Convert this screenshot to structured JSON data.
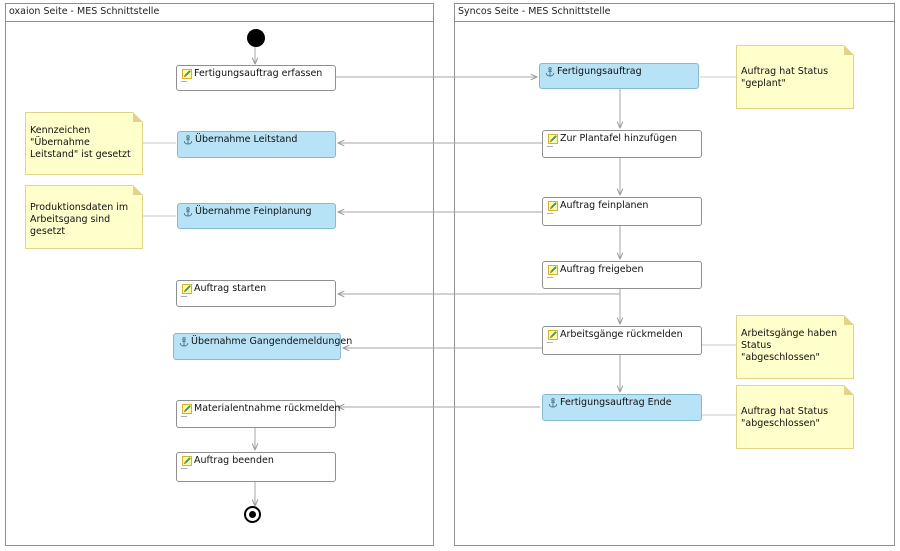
{
  "lanes": {
    "left": "oxaion Seite - MES Schnittstelle",
    "right": "Syncos Seite - MES Schnittstelle"
  },
  "icons": {
    "action": "pencil-icon",
    "accept": "anchor-icon"
  },
  "colors": {
    "accept_fill": "#b8e2f5",
    "note_fill": "#ffffcc",
    "edge": "#a0a0a0"
  },
  "nodes": {
    "fa_erfassen": "Fertigungsauftrag erfassen",
    "fertigungsauftrag": "Fertigungsauftrag",
    "uebernahme_leitstand": "Übernahme Leitstand",
    "plantafel": "Zur Plantafel hinzufügen",
    "uebernahme_feinplanung": "Übernahme Feinplanung",
    "feinplanen": "Auftrag feinplanen",
    "freigeben": "Auftrag freigeben",
    "starten": "Auftrag starten",
    "uebernahme_gang": "Übernahme Gangendemeldungen",
    "rueckmelden": "Arbeitsgänge rückmelden",
    "fa_ende": "Fertigungsauftrag Ende",
    "materialentnahme": "Materialentnahme rückmelden",
    "beenden": "Auftrag beenden"
  },
  "notes": {
    "geplant": "Auftrag hat Status\n\"geplant\"",
    "leitstand": "Kennzeichen\n\"Übernahme\nLeitstand\" ist gesetzt",
    "produktionsdaten": "Produktionsdaten im\nArbeitsgang sind\ngesetzt",
    "gaenge_abgeschlossen": "Arbeitsgänge haben\nStatus\n\"abgeschlossen\"",
    "auftrag_abgeschlossen": "Auftrag hat Status\n\"abgeschlossen\""
  }
}
